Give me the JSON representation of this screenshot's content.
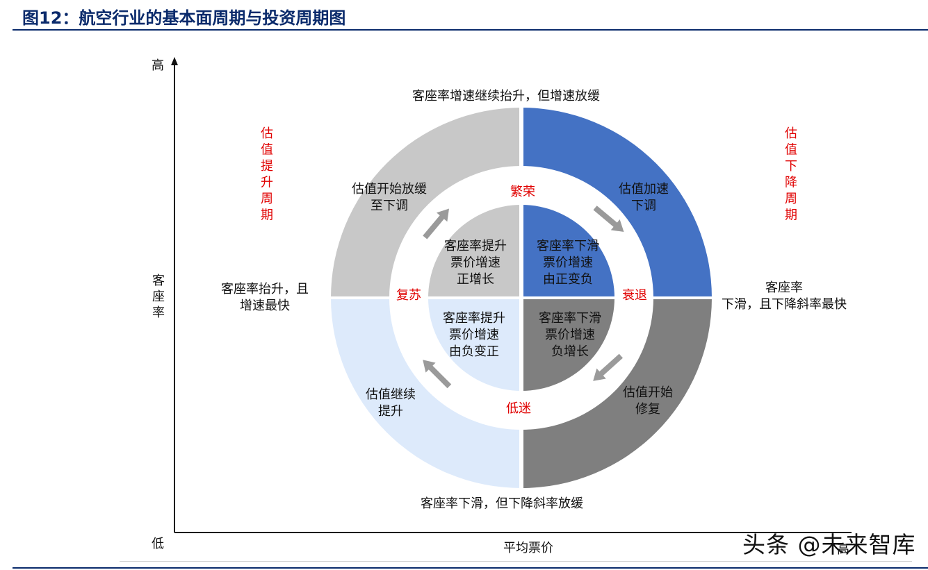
{
  "figure_title": "图12：航空行业的基本面周期与投资周期图",
  "axes": {
    "y_high": "高",
    "y_low": "低",
    "y_label": "客座率",
    "x_label": "平均票价",
    "x_high": "高"
  },
  "outer_labels": {
    "top": "客座率增速继续抬升，但增速放缓",
    "bottom": "客座率下滑，但下降斜率放缓",
    "left_line1": "客座率抬升，且",
    "left_line2": "增速最快",
    "right_line1": "客座率",
    "right_line2": "下滑，且下降斜率最快"
  },
  "cycle_labels": {
    "left": "估值提升周期",
    "right": "估值下降周期"
  },
  "phases": {
    "top": "繁荣",
    "right": "衰退",
    "bottom": "低迷",
    "left": "复苏"
  },
  "ring_texts": {
    "top_left_line1": "估值开始放缓",
    "top_left_line2": "至下调",
    "top_right_line1": "估值加速",
    "top_right_line2": "下调",
    "bottom_right_line1": "估值开始",
    "bottom_right_line2": "修复",
    "bottom_left_line1": "估值继续",
    "bottom_left_line2": "提升"
  },
  "inner_texts": {
    "top_left": [
      "客座率提升",
      "票价增速",
      "正增长"
    ],
    "top_right": [
      "客座率下滑",
      "票价增速",
      "由正变负"
    ],
    "bottom_left": [
      "客座率提升",
      "票价增速",
      "由负变正"
    ],
    "bottom_right": [
      "客座率下滑",
      "票价增速",
      "负增长"
    ]
  },
  "colors": {
    "title": "#0a2a6b",
    "q_top_left": "#c8c8c8",
    "q_top_right": "#4472c4",
    "q_bottom_right": "#7f7f7f",
    "q_bottom_left": "#ddeafb",
    "phase_text": "#e00000"
  },
  "watermark": "头条 @未来智库"
}
